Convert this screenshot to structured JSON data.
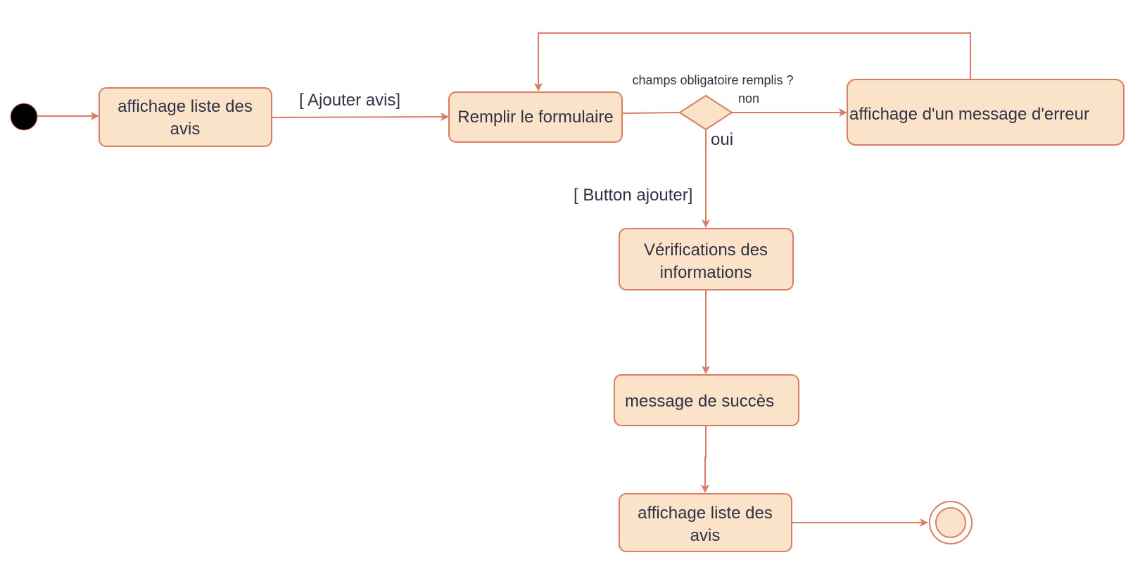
{
  "colors": {
    "node_fill": "#fbe3c9",
    "node_stroke": "#d97d66",
    "edge": "#d97d66",
    "text": "#2f3145",
    "start": "#000000"
  },
  "nodes": {
    "list_start": {
      "line1": "affichage liste des",
      "line2": "avis"
    },
    "fill_form": {
      "label": "Remplir le formulaire"
    },
    "error_msg": {
      "label": "affichage d'un message d'erreur"
    },
    "verification": {
      "line1": "Vérifications des",
      "line2": "informations"
    },
    "success": {
      "label": "message de succès"
    },
    "list_end": {
      "line1": "affichage liste des",
      "line2": "avis"
    }
  },
  "decision": {
    "question": "champs obligatoire remplis ?",
    "no_label": "non",
    "yes_label": "oui"
  },
  "edges": {
    "add_review_guard": "[ Ajouter avis]",
    "button_guard": "[ Button ajouter]"
  }
}
